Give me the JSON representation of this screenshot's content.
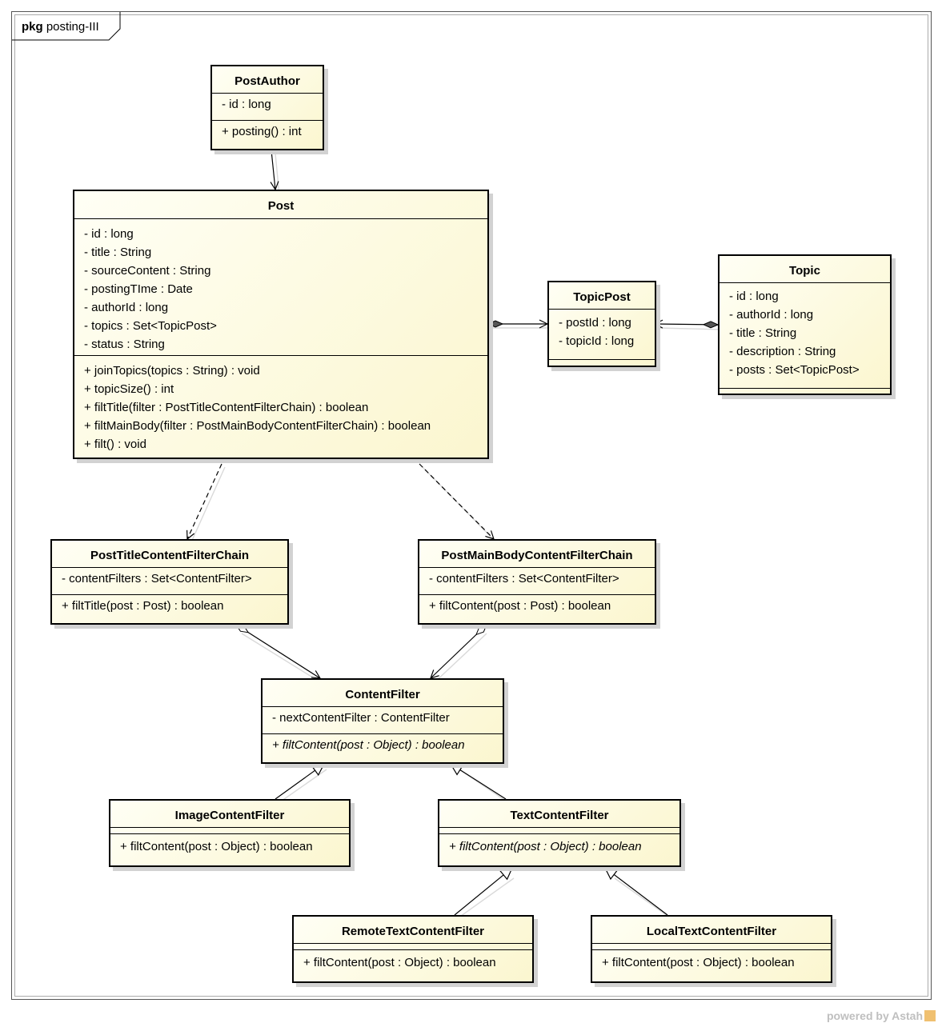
{
  "package": {
    "keyword": "pkg",
    "name": "posting-III"
  },
  "classes": {
    "post_author": {
      "name": "PostAuthor",
      "attributes": [
        "- id : long"
      ],
      "operations": [
        "+ posting() : int"
      ]
    },
    "post": {
      "name": "Post",
      "attributes": [
        "- id : long",
        "- title : String",
        "- sourceContent : String",
        "- postingTIme : Date",
        "- authorId : long",
        "- topics : Set<TopicPost>",
        "- status : String"
      ],
      "operations": [
        "+ joinTopics(topics : String) : void",
        "+ topicSize() : int",
        "+ filtTitle(filter : PostTitleContentFilterChain) : boolean",
        "+ filtMainBody(filter : PostMainBodyContentFilterChain) : boolean",
        "+ filt() : void"
      ]
    },
    "topic_post": {
      "name": "TopicPost",
      "attributes": [
        "- postId : long",
        "- topicId : long"
      ],
      "operations": []
    },
    "topic": {
      "name": "Topic",
      "attributes": [
        "- id : long",
        "- authorId : long",
        "- title : String",
        "- description : String",
        "- posts : Set<TopicPost>"
      ],
      "operations": []
    },
    "post_title_chain": {
      "name": "PostTitleContentFilterChain",
      "attributes": [
        "- contentFilters : Set<ContentFilter>"
      ],
      "operations": [
        "+ filtTitle(post : Post) : boolean"
      ]
    },
    "post_main_body_chain": {
      "name": "PostMainBodyContentFilterChain",
      "attributes": [
        "- contentFilters : Set<ContentFilter>"
      ],
      "operations": [
        "+ filtContent(post : Post) : boolean"
      ]
    },
    "content_filter": {
      "name": "ContentFilter",
      "attributes": [
        "- nextContentFilter : ContentFilter"
      ],
      "operations": [
        "+ filtContent(post : Object) : boolean"
      ]
    },
    "image_content_filter": {
      "name": "ImageContentFilter",
      "attributes": [],
      "operations": [
        "+ filtContent(post : Object) : boolean"
      ]
    },
    "text_content_filter": {
      "name": "TextContentFilter",
      "attributes": [],
      "operations": [
        "+ filtContent(post : Object) : boolean"
      ]
    },
    "remote_text_content_filter": {
      "name": "RemoteTextContentFilter",
      "attributes": [],
      "operations": [
        "+ filtContent(post : Object) : boolean"
      ]
    },
    "local_text_content_filter": {
      "name": "LocalTextContentFilter",
      "attributes": [],
      "operations": [
        "+ filtContent(post : Object) : boolean"
      ]
    }
  },
  "watermark": "powered by Astah"
}
